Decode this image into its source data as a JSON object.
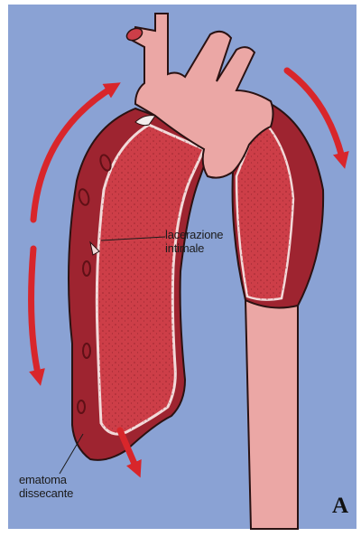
{
  "labels": {
    "intimal_tear": [
      "lacerazione",
      "intimale"
    ],
    "dissecting_hematoma": [
      "ematoma",
      "dissecante"
    ]
  },
  "panel_letter": "A",
  "colors": {
    "background": "#8aa2d4",
    "aorta_wall": "#eba7a5",
    "false_lumen": "#9e2430",
    "true_lumen": "#cd3e48",
    "arrow": "#d8262b",
    "outline": "#2a1212"
  }
}
